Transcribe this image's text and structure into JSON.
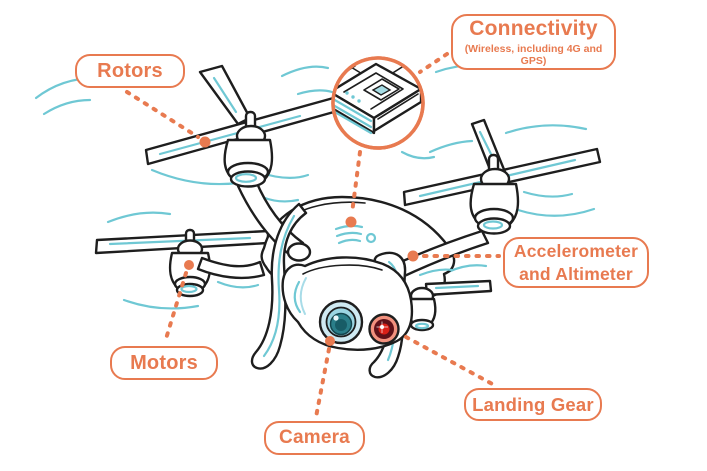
{
  "diagram": {
    "subject": "Drone parts diagram",
    "labels": {
      "rotors": "Rotors",
      "connectivity_title": "Connectivity",
      "connectivity_subtitle": "(Wireless, including 4G and GPS)",
      "accelerometer": "Accelerometer and Altimeter",
      "motors": "Motors",
      "camera": "Camera",
      "landing_gear": "Landing Gear"
    },
    "colors": {
      "accent_orange": "#E87A50",
      "teal": "#6FC8D4",
      "outline": "#1E1E1E",
      "camera_lens_teal": "#2A7E89",
      "indicator_red": "#D92018"
    }
  }
}
